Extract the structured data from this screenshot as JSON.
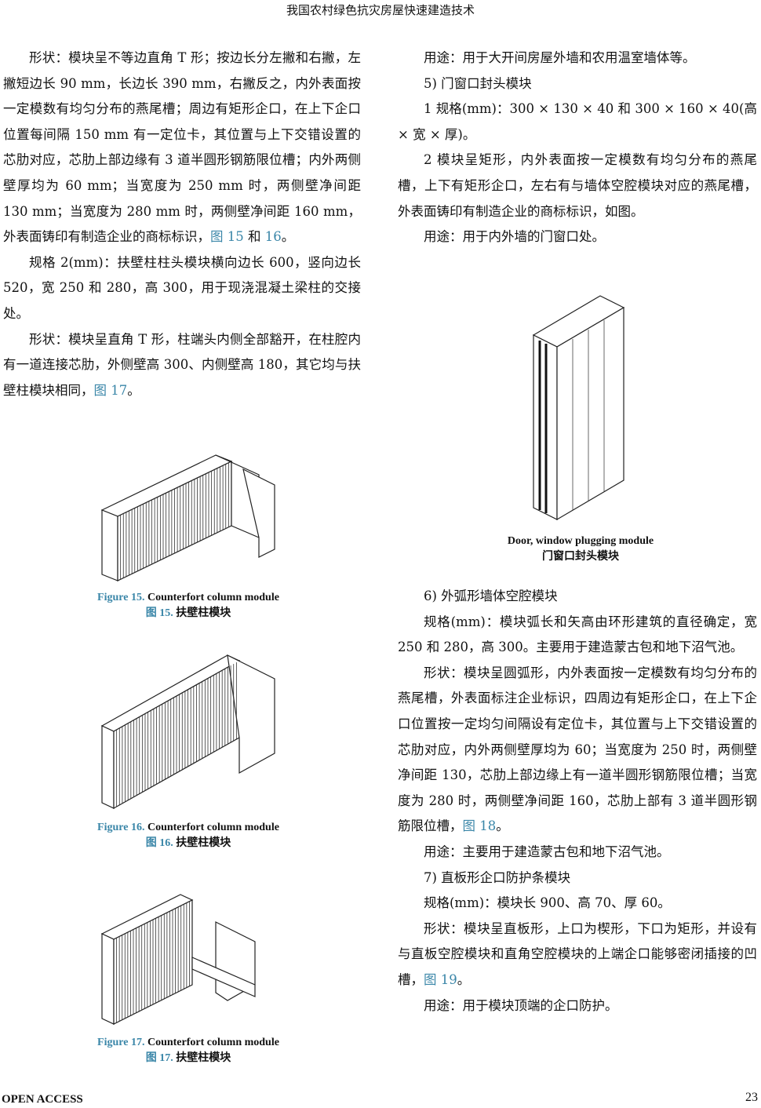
{
  "header": {
    "title": "我国农村绿色抗灾房屋快速建造技术"
  },
  "left": {
    "p1": [
      "形状：模块呈不等边直角 T 形；按边长分左撇和右撇，左撇短边长 90 mm，长边长 390 mm，右撇反之，内外表面按一定模数有均匀分布的燕尾槽；周边有矩形企口，在上下企口位置每间隔 150 mm 有一定位卡，其位置与上下交错设置的芯肋对应，芯肋上部边缘有 3 道半圆形钢筋限位槽；内外两侧壁厚均为 60 mm；当宽度为 250 mm 时，两侧壁净间距 130 mm；当宽度为 280 mm 时，两侧壁净间距 160 mm，外表面铸印有制造企业的商标标识，",
      "图 15",
      " 和 ",
      "16",
      "。"
    ],
    "p2": "规格 2(mm)：扶壁柱柱头模块横向边长 600，竖向边长 520，宽 250 和 280，高 300，用于现浇混凝土梁柱的交接处。",
    "p3": [
      "形状：模块呈直角 T 形，柱端头内侧全部豁开，在柱腔内有一道连接芯肋，外侧壁高 300、内侧壁高 180，其它均与扶壁柱模块相同，",
      "图 17",
      "。"
    ]
  },
  "figures": {
    "f15": {
      "num": "Figure 15.",
      "en": "Counterfort column module",
      "zh_num": "图 15.",
      "zh": "扶壁柱模块"
    },
    "f16": {
      "num": "Figure 16.",
      "en": "Counterfort column module",
      "zh_num": "图 16.",
      "zh": "扶壁柱模块"
    },
    "f17": {
      "num": "Figure 17.",
      "en": "Counterfort column module",
      "zh_num": "图 17.",
      "zh": "扶壁柱模块"
    },
    "door": {
      "en": "Door, window plugging module",
      "zh": "门窗口封头模块"
    }
  },
  "right": {
    "p1": "用途：用于大开间房屋外墙和农用温室墙体等。",
    "h5": "5)  门窗口封头模块",
    "p2": "1  规格(mm)：300 × 130 × 40 和 300 × 160 × 40(高 × 宽 × 厚)。",
    "p3": "2  模块呈矩形，内外表面按一定模数有均匀分布的燕尾槽，上下有矩形企口，左右有与墙体空腔模块对应的燕尾槽，外表面铸印有制造企业的商标标识，如图。",
    "p4": "用途：用于内外墙的门窗口处。",
    "h6": "6)  外弧形墙体空腔模块",
    "p5": "规格(mm)：模块弧长和矢高由环形建筑的直径确定，宽 250 和 280，高 300。主要用于建造蒙古包和地下沼气池。",
    "p6": [
      "形状：模块呈圆弧形，内外表面按一定模数有均匀分布的燕尾槽，外表面标注企业标识，四周边有矩形企口，在上下企口位置按一定均匀间隔设有定位卡，其位置与上下交错设置的芯肋对应，内外两侧壁厚均为 60；当宽度为 250 时，两侧壁净间距 130，芯肋上部边缘上有一道半圆形钢筋限位槽；当宽度为 280 时，两侧壁净间距 160，芯肋上部有 3 道半圆形钢筋限位槽，",
      "图 18",
      "。"
    ],
    "p7": "用途：主要用于建造蒙古包和地下沼气池。",
    "h7": "7)  直板形企口防护条模块",
    "p8": "规格(mm)：模块长 900、高 70、厚 60。",
    "p9": [
      "形状：模块呈直板形，上口为楔形，下口为矩形，并设有与直板空腔模块和直角空腔模块的上端企口能够密闭插接的凹槽，",
      "图 19",
      "。"
    ],
    "p10": "用途：用于模块顶端的企口防护。"
  },
  "footer": {
    "left": "OPEN ACCESS",
    "page": "23"
  }
}
